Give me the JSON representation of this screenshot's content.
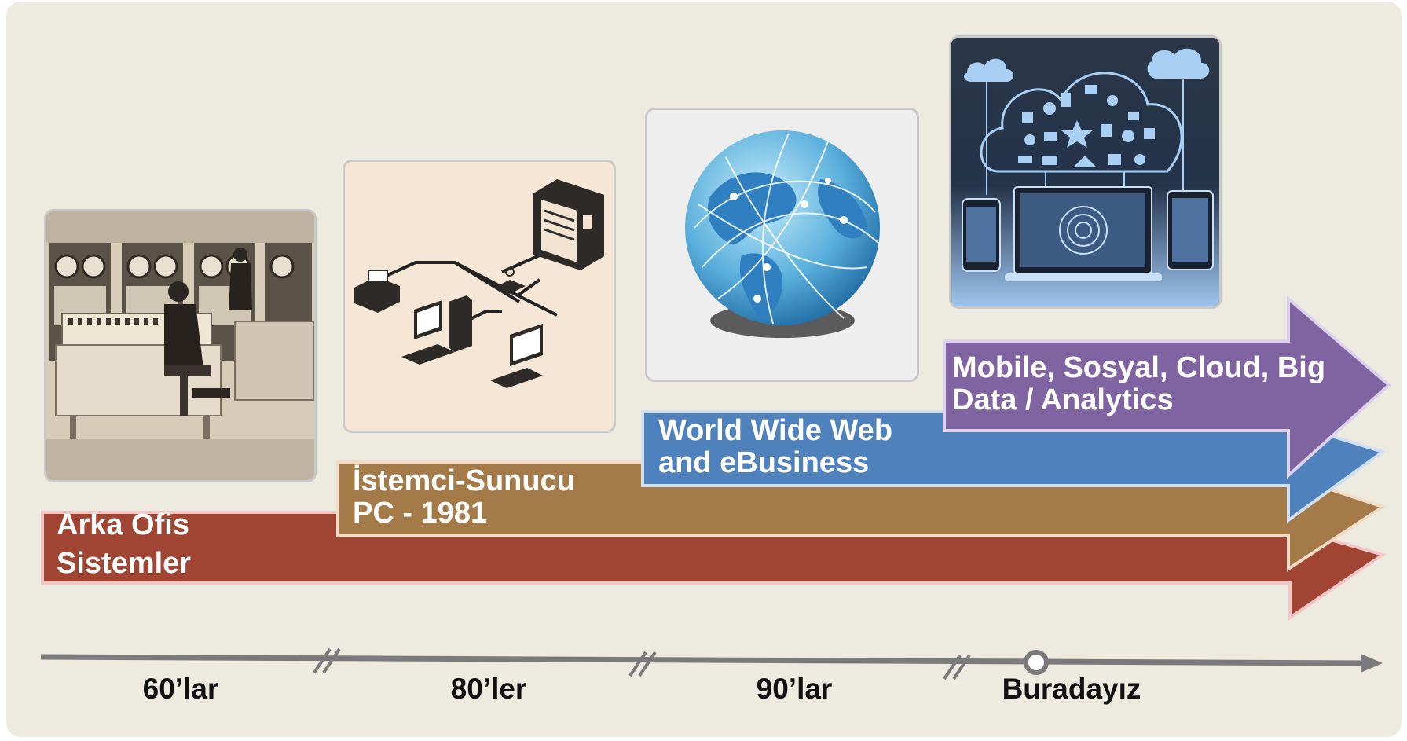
{
  "eras": [
    {
      "id": "60s",
      "label": "60’lar"
    },
    {
      "id": "80s",
      "label": "80’ler"
    },
    {
      "id": "90s",
      "label": "90’lar"
    },
    {
      "id": "now",
      "label": "Buradayız"
    }
  ],
  "arrows": [
    {
      "id": "back-office",
      "line1": "Arka Ofis",
      "line2": "Sistemler",
      "color": "#a04533"
    },
    {
      "id": "client-server",
      "line1": "İstemci-Sunucu",
      "line2": "PC - 1981",
      "color": "#a47a48"
    },
    {
      "id": "www",
      "line1": "World Wide Web",
      "line2": "and eBusiness",
      "color": "#4f81bd"
    },
    {
      "id": "mobile",
      "line1": "Mobile, Sosyal, Cloud, Big",
      "line2": "Data / Analytics",
      "color": "#8064a2"
    }
  ],
  "images": [
    {
      "id": "mainframe",
      "icon": "mainframe-photo"
    },
    {
      "id": "network",
      "icon": "client-server-network-icon"
    },
    {
      "id": "globe",
      "icon": "globe-icon"
    },
    {
      "id": "cloud",
      "icon": "cloud-devices-icon"
    }
  ]
}
